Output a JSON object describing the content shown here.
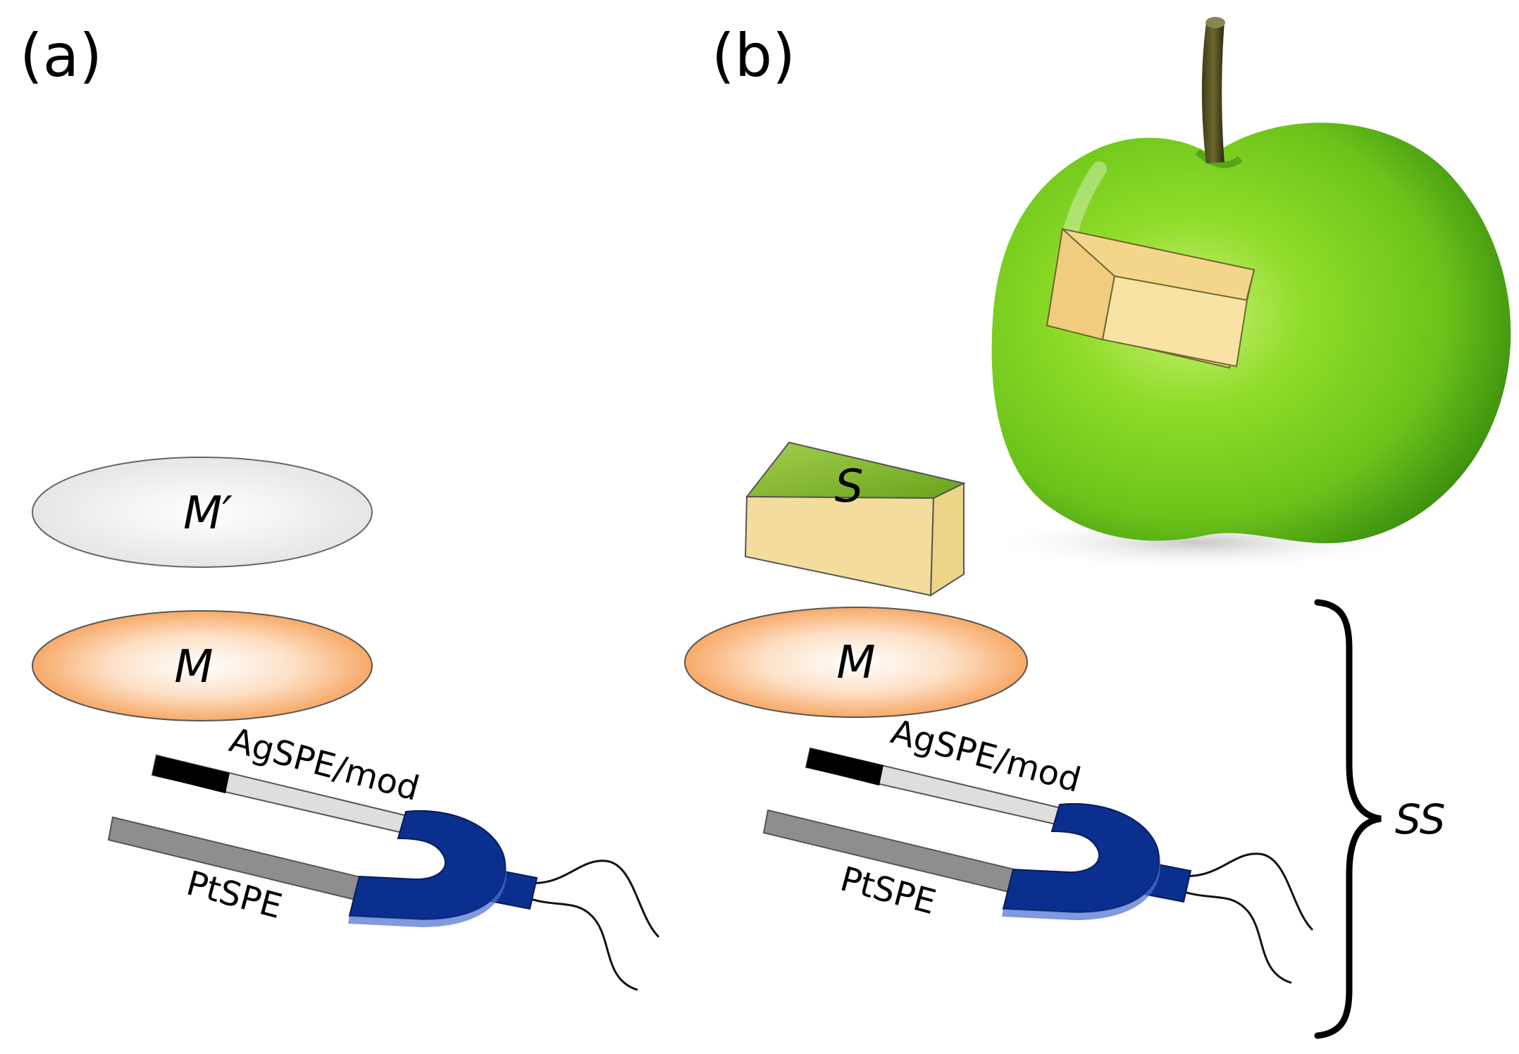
{
  "panels": {
    "a": {
      "label": "(a)",
      "layer_top": "M′",
      "layer_bottom": "M",
      "electrode_top": "AgSPE/mod",
      "electrode_bottom": "PtSPE"
    },
    "b": {
      "label": "(b)",
      "sample": "S",
      "layer": "M",
      "electrode_top": "AgSPE/mod",
      "electrode_bottom": "PtSPE",
      "bracket_label": "SS"
    }
  },
  "icons": [
    "apple-icon",
    "sample-block-icon",
    "sensor-connector-icon",
    "curly-brace-icon"
  ],
  "colors": {
    "membrane_prime": "#eeeeee",
    "membrane": "#f7a968",
    "sample_top": "#7fb52a",
    "sample_side": "#f4dd9c",
    "apple": "#7cd31c",
    "connector": "#0a2f8f",
    "ag_strip": "#dcdcdc",
    "pt_strip": "#8c8c8c",
    "tip": "#000000"
  }
}
